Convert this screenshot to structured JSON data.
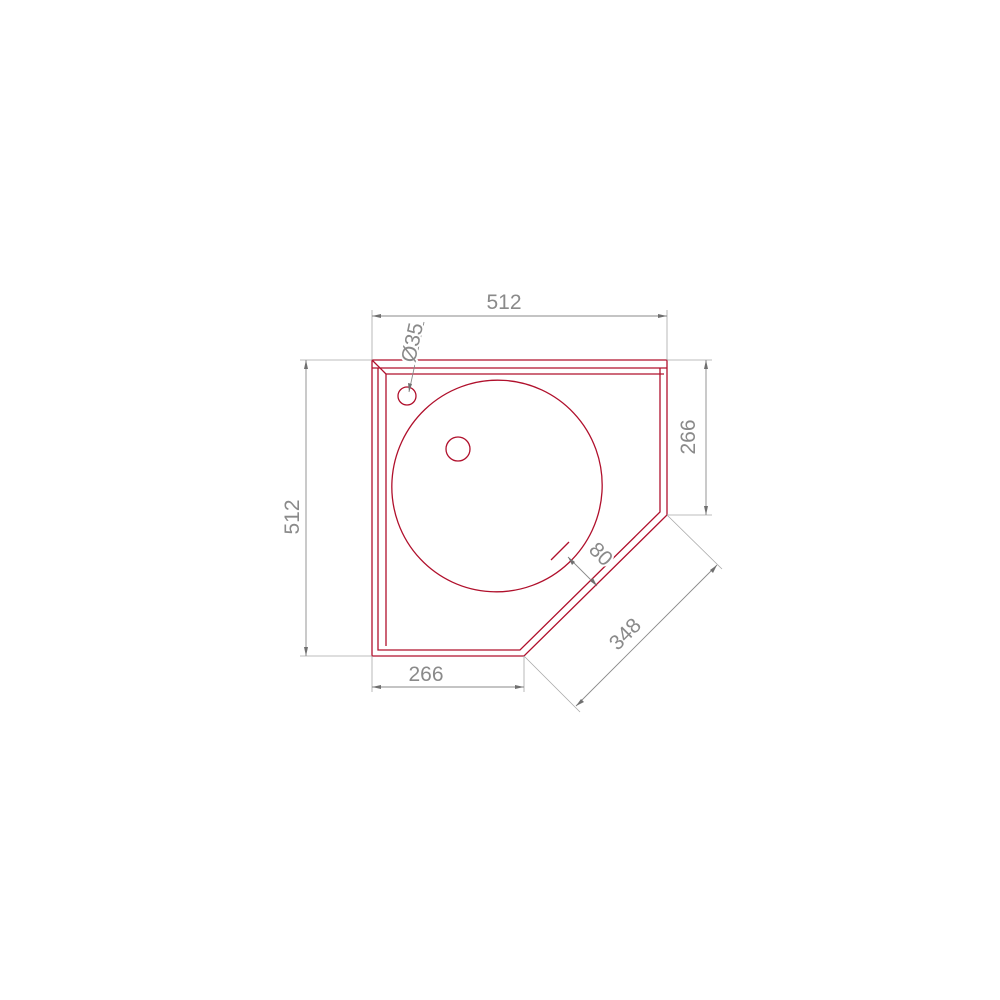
{
  "colors": {
    "outline": "#b0102c",
    "dimension": "#8a8a8a",
    "background": "#ffffff"
  },
  "dimensions": {
    "top_width": "512",
    "left_height": "512",
    "right_side": "266",
    "bottom_side": "266",
    "diagonal": "348",
    "bowl_offset": "80",
    "hole_diameter": "Ø35"
  }
}
